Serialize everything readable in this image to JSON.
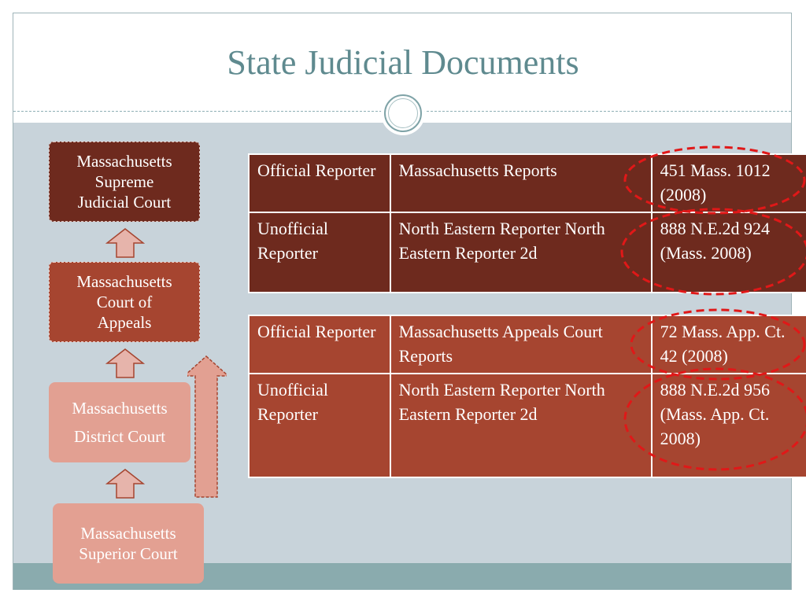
{
  "slide": {
    "title": "State Judicial Documents"
  },
  "courts": {
    "sjc": [
      "Massachusetts",
      "Supreme",
      "Judicial Court"
    ],
    "appeals": [
      "Massachusetts",
      "Court of",
      "Appeals"
    ],
    "district": [
      "Massachusetts",
      "District Court"
    ],
    "superior": [
      "Massachusetts",
      "Superior Court"
    ]
  },
  "table_sjc": {
    "rows": [
      {
        "type": "Official Reporter",
        "reporter": "Massachusetts Reports",
        "citation": "451 Mass. 1012 (2008)"
      },
      {
        "type": "Unofficial Reporter",
        "reporter": "North Eastern Reporter North Eastern Reporter 2d",
        "citation": "888 N.E.2d 924 (Mass. 2008)"
      }
    ]
  },
  "table_appeals": {
    "rows": [
      {
        "type": "Official Reporter",
        "reporter": "Massachusetts Appeals Court Reports",
        "citation": "72 Mass. App. Ct. 42 (2008)"
      },
      {
        "type": "Unofficial Reporter",
        "reporter": "North Eastern Reporter North Eastern Reporter 2d",
        "citation": "888 N.E.2d 956 (Mass. App. Ct. 2008)"
      }
    ]
  },
  "colors": {
    "title": "#5f8a8f",
    "dark_red": "#6e2a1e",
    "mid_red": "#a64530",
    "light_salmon": "#e2a092",
    "highlight_circle": "#e01818"
  }
}
